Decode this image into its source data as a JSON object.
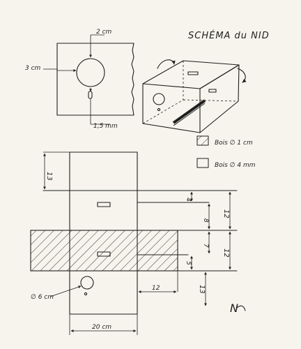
{
  "title": "SCHÉMA du NID",
  "top_view": {
    "dim_hole_offset": "2 cm",
    "dim_side": "3 cm",
    "dim_perch": "1,5 mm"
  },
  "legend": [
    {
      "label": "Bois ∅ 1 cm",
      "pattern": "hatched"
    },
    {
      "label": "Bois ∅ 4 mm",
      "pattern": "plain"
    }
  ],
  "front_view": {
    "dim_top": "13",
    "dim_a": "4",
    "dim_b": "8",
    "dim_c": "12",
    "dim_d": "7",
    "dim_e": "5",
    "dim_f": "12",
    "dim_g": "12",
    "dim_h": "13",
    "dim_hole": "∅ 6 cm",
    "dim_width": "20 cm"
  },
  "signature": "N",
  "colors": {
    "ink": "#1e1e1e",
    "paper": "#f6f4ec"
  }
}
